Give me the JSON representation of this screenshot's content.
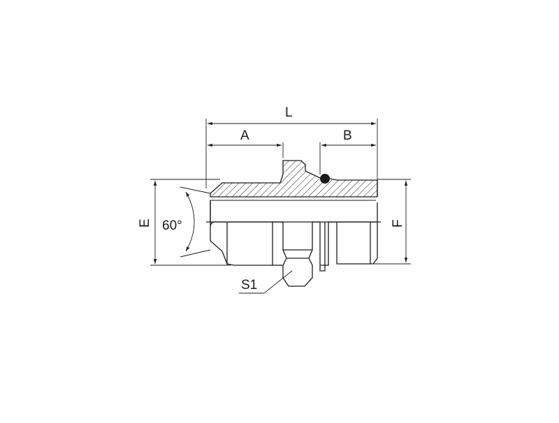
{
  "diagram": {
    "labels": {
      "L": "L",
      "A": "A",
      "B": "B",
      "E": "E",
      "F": "F",
      "angle": "60°",
      "S1": "S1"
    },
    "colors": {
      "line": "#1a1a1a",
      "background": "#ffffff"
    }
  }
}
